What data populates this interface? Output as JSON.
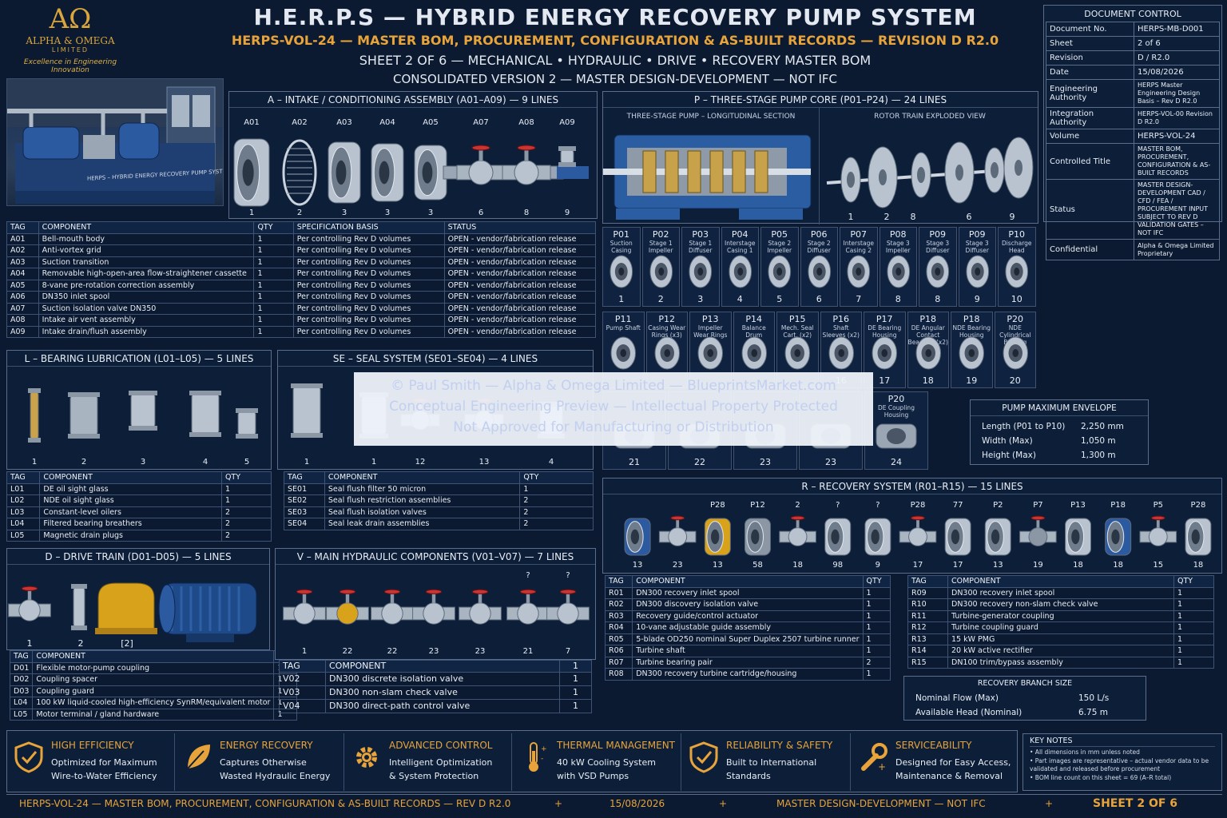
{
  "logo": {
    "symbol": "AΩ",
    "name": "ALPHA & OMEGA",
    "sub": "LIMITED",
    "tagline": "Excellence in Engineering Innovation"
  },
  "header": {
    "title": "H.E.R.P.S — HYBRID ENERGY RECOVERY PUMP SYSTEM",
    "subtitle": "HERPS-VOL-24 — MASTER BOM, PROCUREMENT, CONFIGURATION & AS-BUILT RECORDS — REVISION D R2.0",
    "line3": "SHEET 2 OF 6 — MECHANICAL • HYDRAULIC • DRIVE • RECOVERY MASTER BOM",
    "line4": "CONSOLIDATED VERSION 2 — MASTER DESIGN-DEVELOPMENT — NOT IFC"
  },
  "doc_control": {
    "title": "DOCUMENT CONTROL",
    "rows": [
      [
        "Document No.",
        "HERPS-MB-D001"
      ],
      [
        "Sheet",
        "2 of 6"
      ],
      [
        "Revision",
        "D / R2.0"
      ],
      [
        "Date",
        "15/08/2026"
      ],
      [
        "Engineering Authority",
        "HERPS Master Engineering Design Basis – Rev D R2.0"
      ],
      [
        "Integration Authority",
        "HERPS-VOL-00 Revision D R2.0"
      ],
      [
        "Volume",
        "HERPS-VOL-24"
      ],
      [
        "Controlled Title",
        "MASTER BOM, PROCUREMENT, CONFIGURATION & AS-BUILT RECORDS"
      ],
      [
        "Status",
        "MASTER DESIGN-DEVELOPMENT CAD / CFD / FEA / PROCUREMENT INPUT SUBJECT TO REV D VALIDATION GATES – NOT IFC"
      ],
      [
        "Confidential",
        "Alpha & Omega Limited Proprietary"
      ]
    ]
  },
  "hero_caption": "HERPS – HYBRID ENERGY RECOVERY PUMP SYSTEM",
  "intake": {
    "title": "A – INTAKE / CONDITIONING ASSEMBLY (A01–A09) — 9 LINES",
    "labels": [
      "A01",
      "A02",
      "A03",
      "A04",
      "A05",
      "A07",
      "A08",
      "A09"
    ],
    "nums": [
      "1",
      "2",
      "3",
      "3",
      "3",
      "6",
      "8",
      "9"
    ],
    "headers": [
      "TAG",
      "COMPONENT",
      "QTY",
      "SPECIFICATION BASIS",
      "STATUS"
    ],
    "rows": [
      [
        "A01",
        "Bell-mouth body",
        "1",
        "Per controlling Rev D volumes",
        "OPEN - vendor/fabrication release"
      ],
      [
        "A02",
        "Anti-vortex grid",
        "1",
        "Per controlling Rev D volumes",
        "OPEN - vendor/fabrication release"
      ],
      [
        "A03",
        "Suction transition",
        "1",
        "Per controlling Rev D volumes",
        "OPEN - vendor/fabrication release"
      ],
      [
        "A04",
        "Removable high-open-area flow-straightener cassette",
        "1",
        "Per controlling Rev D volumes",
        "OPEN - vendor/fabrication release"
      ],
      [
        "A05",
        "8-vane pre-rotation correction assembly",
        "1",
        "Per controlling Rev D volumes",
        "OPEN - vendor/fabrication release"
      ],
      [
        "A06",
        "DN350 inlet spool",
        "1",
        "Per controlling Rev D volumes",
        "OPEN - vendor/fabrication release"
      ],
      [
        "A07",
        "Suction isolation valve DN350",
        "1",
        "Per controlling Rev D volumes",
        "OPEN - vendor/fabrication release"
      ],
      [
        "A08",
        "Intake air vent assembly",
        "1",
        "Per controlling Rev D volumes",
        "OPEN - vendor/fabrication release"
      ],
      [
        "A09",
        "Intake drain/flush assembly",
        "1",
        "Per controlling Rev D volumes",
        "OPEN - vendor/fabrication release"
      ]
    ]
  },
  "pump": {
    "title": "P – THREE-STAGE PUMP CORE (P01–P24) — 24 LINES",
    "section_left": "THREE-STAGE PUMP – LONGITUDINAL SECTION",
    "section_right": "ROTOR TRAIN EXPLODED VIEW",
    "exploded_nums": [
      "1",
      "2",
      "8",
      "6",
      "9"
    ],
    "row1": [
      {
        "tag": "P01",
        "name": "Suction Casing",
        "num": "1"
      },
      {
        "tag": "P02",
        "name": "Stage 1 Impeller",
        "num": "2"
      },
      {
        "tag": "P03",
        "name": "Stage 1 Diffuser",
        "num": "3"
      },
      {
        "tag": "P04",
        "name": "Interstage Casing 1",
        "num": "4"
      },
      {
        "tag": "P05",
        "name": "Stage 2 Impeller",
        "num": "5"
      },
      {
        "tag": "P06",
        "name": "Stage 2 Diffuser",
        "num": "6"
      },
      {
        "tag": "P07",
        "name": "Interstage Casing 2",
        "num": "7"
      },
      {
        "tag": "P08",
        "name": "Stage 3 Impeller",
        "num": "8"
      },
      {
        "tag": "P09",
        "name": "Stage 3 Diffuser",
        "num": "8"
      },
      {
        "tag": "P09",
        "name": "Stage 3 Diffuser",
        "num": "9"
      },
      {
        "tag": "P10",
        "name": "Discharge Head",
        "num": "10"
      }
    ],
    "row2": [
      {
        "tag": "P11",
        "name": "Pump Shaft",
        "num": ""
      },
      {
        "tag": "P12",
        "name": "Casing Wear Rings (x3)",
        "num": ""
      },
      {
        "tag": "P13",
        "name": "Impeller Wear Rings (x3)",
        "num": ""
      },
      {
        "tag": "P14",
        "name": "Balance Drum",
        "num": ""
      },
      {
        "tag": "P15",
        "name": "Mech. Seal Cart. (x2)",
        "num": ""
      },
      {
        "tag": "P16",
        "name": "Shaft Sleeves (x2)",
        "num": "16"
      },
      {
        "tag": "P17",
        "name": "DE Bearing Housing",
        "num": "17"
      },
      {
        "tag": "P18",
        "name": "DE Angular Contact Bearings (x2)",
        "num": "18"
      },
      {
        "tag": "P18",
        "name": "NDE Bearing Housing",
        "num": "19"
      },
      {
        "tag": "P20",
        "name": "NDE Cylindrical Bearing",
        "num": "20"
      }
    ],
    "row3_nums": [
      "21",
      "22",
      "23",
      "23",
      "24"
    ],
    "row3_tag": "P20",
    "row3_name": "DE Coupling Housing"
  },
  "envelope": {
    "title": "PUMP MAXIMUM ENVELOPE",
    "rows": [
      [
        "Length (P01 to P10)",
        "2,250 mm"
      ],
      [
        "Width (Max)",
        "1,050 m"
      ],
      [
        "Height (Max)",
        "1,300 m"
      ]
    ]
  },
  "lube": {
    "title": "L – BEARING LUBRICATION (L01–L05) — 5 LINES",
    "nums": [
      "1",
      "2",
      "3",
      "4",
      "5"
    ],
    "headers": [
      "TAG",
      "COMPONENT",
      "QTY"
    ],
    "rows": [
      [
        "L01",
        "DE oil sight glass",
        "1"
      ],
      [
        "L02",
        "NDE oil sight glass",
        "1"
      ],
      [
        "L03",
        "Constant-level oilers",
        "2"
      ],
      [
        "L04",
        "Filtered bearing breathers",
        "2"
      ],
      [
        "L05",
        "Magnetic drain plugs",
        "2"
      ]
    ]
  },
  "seal": {
    "title": "SE – SEAL SYSTEM (SE01–SE04) — 4 LINES",
    "nums": [
      "1",
      "1",
      "12",
      "13",
      "4"
    ],
    "headers": [
      "TAG",
      "COMPONENT",
      "QTY"
    ],
    "rows": [
      [
        "SE01",
        "Seal flush filter 50 micron",
        "1"
      ],
      [
        "SE02",
        "Seal flush restriction assemblies",
        "2"
      ],
      [
        "SE03",
        "Seal flush isolation valves",
        "2"
      ],
      [
        "SE04",
        "Seal leak drain assemblies",
        "2"
      ]
    ]
  },
  "watermark": [
    "© Paul Smith — Alpha & Omega Limited — BlueprintsMarket.com",
    "Conceptual Engineering Preview — Intellectual Property Protected",
    "Not Approved for Manufacturing or Distribution"
  ],
  "recovery": {
    "title": "R – RECOVERY SYSTEM (R01–R15) — 15 LINES",
    "top_labels": [
      "P28",
      "P12",
      "2",
      "?",
      "?",
      "P28",
      "77",
      "P2",
      "P7",
      "P13",
      "P18",
      "P5",
      "P28"
    ],
    "nums": [
      "13",
      "23",
      "13",
      "58",
      "18",
      "98",
      "9",
      "17",
      "17",
      "13",
      "19",
      "18",
      "18",
      "15",
      "18"
    ],
    "headers": [
      "TAG",
      "COMPONENT",
      "QTY"
    ],
    "left": [
      [
        "R01",
        "DN300 recovery inlet spool",
        "1"
      ],
      [
        "R02",
        "DN300 discovery isolation valve",
        "1"
      ],
      [
        "R03",
        "Recovery guide/control actuator",
        "1"
      ],
      [
        "R04",
        "10-vane adjustable guide assembly",
        "1"
      ],
      [
        "R05",
        "5-blade OD250 nominal Super Duplex 2507 turbine runner",
        "1"
      ],
      [
        "R06",
        "Turbine shaft",
        "1"
      ],
      [
        "R07",
        "Turbine bearing pair",
        "2"
      ],
      [
        "R08",
        "DN300 recovery turbine cartridge/housing",
        "1"
      ]
    ],
    "right": [
      [
        "R09",
        "DN300 recovery inlet spool",
        "1"
      ],
      [
        "R10",
        "DN300 recovery non-slam check valve",
        "1"
      ],
      [
        "R11",
        "Turbine-generator coupling",
        "1"
      ],
      [
        "R12",
        "Turbine coupling guard",
        "1"
      ],
      [
        "R13",
        "15 kW PMG",
        "1"
      ],
      [
        "R14",
        "20 kW active rectifier",
        "1"
      ],
      [
        "R15",
        "DN100 trim/bypass assembly",
        "1"
      ]
    ]
  },
  "branch": {
    "title": "RECOVERY BRANCH SIZE",
    "rows": [
      [
        "Nominal Flow (Max)",
        "150 L/s"
      ],
      [
        "Available Head (Nominal)",
        "6.75 m"
      ]
    ]
  },
  "drive": {
    "title": "D – DRIVE TRAIN (D01–D05) — 5 LINES",
    "nums": [
      "1",
      "2",
      "[2]"
    ],
    "headers": [
      "TAG",
      "COMPONENT",
      "QTY"
    ],
    "rows": [
      [
        "D01",
        "Flexible motor-pump coupling",
        "1"
      ],
      [
        "D02",
        "Coupling spacer",
        "1"
      ],
      [
        "D03",
        "Coupling guard",
        "1"
      ],
      [
        "L04",
        "100 kW liquid-cooled high-efficiency SynRM/equivalent motor",
        "1"
      ],
      [
        "L05",
        "Motor terminal / gland hardware",
        "1"
      ]
    ]
  },
  "hydraulic": {
    "title": "V – MAIN HYDRAULIC COMPONENTS (V01–V07) — 7 LINES",
    "nums": [
      "1",
      "22",
      "22",
      "23",
      "23",
      "21",
      "7"
    ],
    "top_labels": [
      "?",
      "?"
    ],
    "headers": [
      "TAG",
      "COMPONENT",
      ""
    ],
    "rows": [
      [
        "V02",
        "DN300 discrete isolation valve",
        "1"
      ],
      [
        "V03",
        "DN300 non-slam check valve",
        "1"
      ],
      [
        "V04",
        "DN300 direct-path control valve",
        "1"
      ]
    ],
    "first_qty": "1"
  },
  "features": [
    {
      "title": "HIGH EFFICIENCY",
      "l1": "Optimized for Maximum",
      "l2": "Wire-to-Water Efficiency",
      "icon": "shield-check-icon"
    },
    {
      "title": "ENERGY RECOVERY",
      "l1": "Captures Otherwise",
      "l2": "Wasted Hydraulic Energy",
      "icon": "leaf-icon"
    },
    {
      "title": "ADVANCED CONTROL",
      "l1": "Intelligent Optimization",
      "l2": "& System Protection",
      "icon": "gear-icon"
    },
    {
      "title": "THERMAL MANAGEMENT",
      "l1": "40 kW Cooling System",
      "l2": "with VSD Pumps",
      "icon": "thermometer-icon"
    },
    {
      "title": "RELIABILITY & SAFETY",
      "l1": "Built to International",
      "l2": "Standards",
      "icon": "shield-check-icon"
    },
    {
      "title": "SERVICEABILITY",
      "l1": "Designed for Easy Access,",
      "l2": "Maintenance & Removal",
      "icon": "wrench-icon"
    }
  ],
  "notes": {
    "title": "KEY NOTES",
    "items": [
      "All dimensions in mm unless noted",
      "Part images are representative – actual vendor data to be validated and released before procurement",
      "BOM line count on this sheet = 69 (A–R total)"
    ]
  },
  "footer": {
    "left": "HERPS-VOL-24 — MASTER BOM, PROCUREMENT,  CONFIGURATION & AS-BUILT RECORDS — REV D R2.0",
    "sep": "+",
    "date": "15/08/2026",
    "status": "MASTER DESIGN-DEVELOPMENT — NOT IFC",
    "sheet": "SHEET 2 OF 6"
  },
  "colors": {
    "background": "#0b1a30",
    "accent": "#e8a43a",
    "steel": "#b9c3cf",
    "motor_blue": "#1f4a8a",
    "guard_yellow": "#d9a21b"
  }
}
